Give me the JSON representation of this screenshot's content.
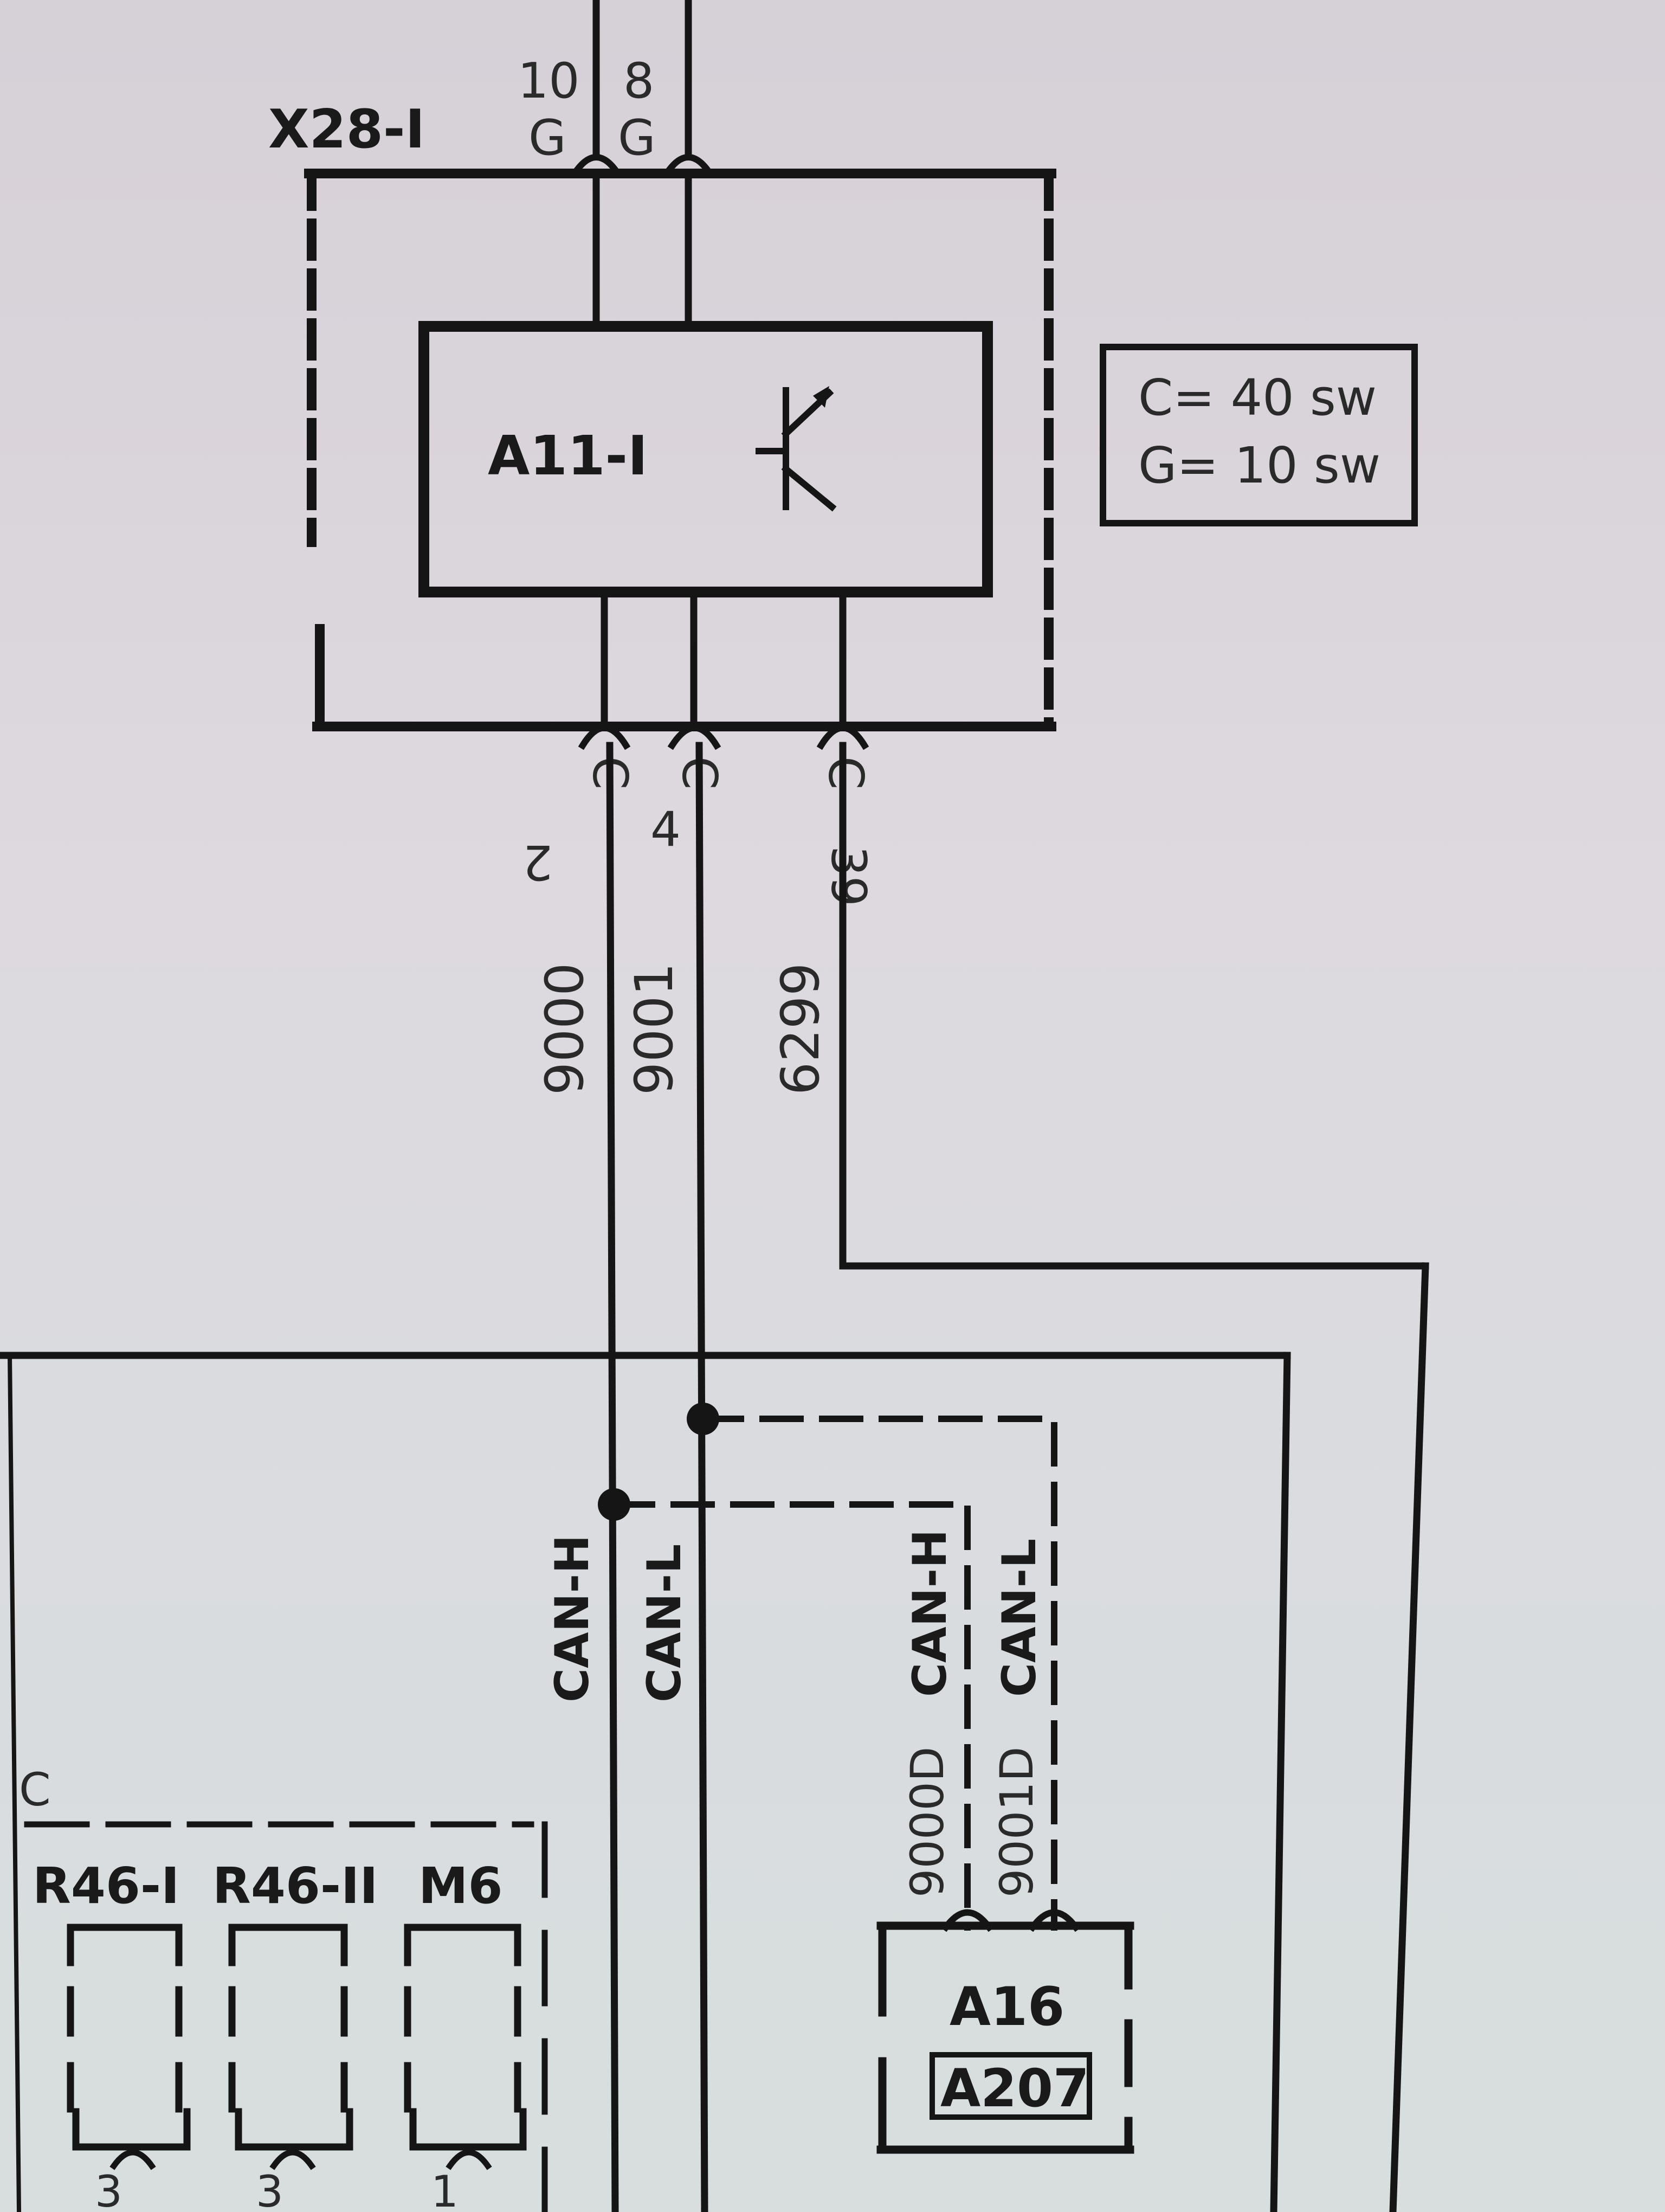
{
  "connector_top": {
    "name": "X28-I",
    "pins": [
      {
        "number": "10",
        "code": "G"
      },
      {
        "number": "8",
        "code": "G"
      }
    ]
  },
  "module": {
    "name": "A11-I",
    "symbol": "transistor-icon"
  },
  "legend": {
    "line1": "C= 40 sw",
    "line2": "G= 10 sw"
  },
  "bottom_pins": [
    {
      "code": "C",
      "number": "2"
    },
    {
      "code": "C",
      "number": "4"
    },
    {
      "code": "C",
      "number": "39"
    }
  ],
  "wires": [
    "9000",
    "9001",
    "6299"
  ],
  "bus_labels": {
    "left_h": "CAN-H",
    "left_l": "CAN-L",
    "right_h": "CAN-H",
    "right_l": "CAN-L"
  },
  "branch_wires": [
    "9000D",
    "9001D"
  ],
  "target": {
    "name": "A16",
    "sub": "A207"
  },
  "left_components": {
    "marker": "C",
    "items": [
      {
        "name": "R46-I",
        "pin": "3"
      },
      {
        "name": "R46-II",
        "pin": "3"
      },
      {
        "name": "M6",
        "pin": "1"
      }
    ]
  },
  "colors": {
    "background": "#d9d6db",
    "line": "#151515"
  }
}
